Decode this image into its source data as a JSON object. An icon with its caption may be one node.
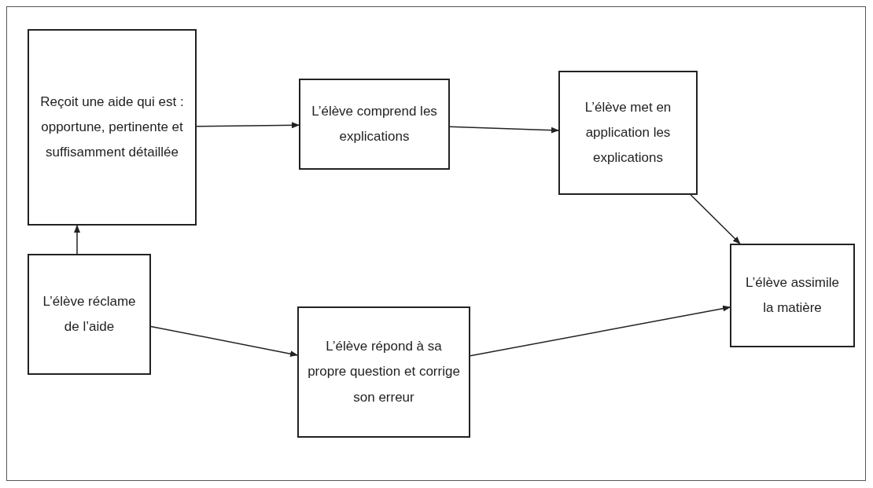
{
  "diagram": {
    "nodes": [
      {
        "text": [
          "Reçoit une aide qui est : opportune, pertinente et suffisamment détaillée"
        ]
      },
      {
        "text": [
          "L’élève comprend les explications"
        ]
      },
      {
        "text": [
          "L’élève met en application les explications"
        ]
      },
      {
        "text": [
          "L’élève réclame de l’aide"
        ]
      },
      {
        "text": [
          "L’élève répond à sa propre question et corrige son erreur"
        ]
      },
      {
        "text": [
          "L’élève assimile la matière"
        ]
      }
    ],
    "edges": [
      {
        "from": 0,
        "to": 1,
        "arrow": "to"
      },
      {
        "from": 1,
        "to": 2,
        "arrow": "to"
      },
      {
        "from": 2,
        "to": 5,
        "arrow": "to"
      },
      {
        "from": 3,
        "to": 0,
        "arrow": "to"
      },
      {
        "from": 3,
        "to": 4,
        "arrow": "to"
      },
      {
        "from": 4,
        "to": 5,
        "arrow": "to"
      }
    ]
  }
}
